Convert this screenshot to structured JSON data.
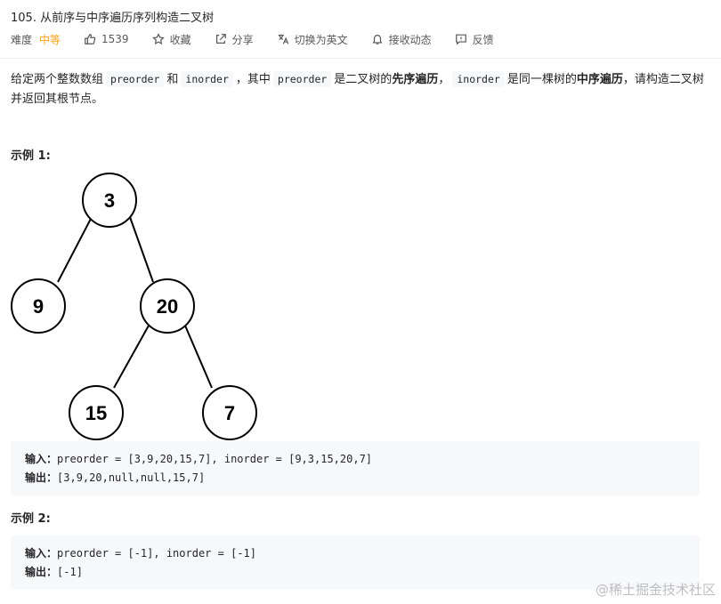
{
  "problem": {
    "title": "105. 从前序与中序遍历序列构造二叉树",
    "difficulty_label": "难度",
    "difficulty": "中等",
    "likes": "1539",
    "favorite": "收藏",
    "share": "分享",
    "switch_lang": "切换为英文",
    "notify": "接收动态",
    "feedback": "反馈"
  },
  "description": {
    "p1": "给定两个整数数组",
    "code_preorder": "preorder",
    "p2": "和",
    "code_inorder": "inorder",
    "p3": "，其中",
    "p4": "是二叉树的",
    "bold1": "先序遍历",
    "p5": "，",
    "p6": "是同一棵树的",
    "bold2": "中序遍历",
    "p7": "，请构造二叉树并返回其根节点。"
  },
  "example1": {
    "title": "示例 1:",
    "tree_nodes": [
      "3",
      "9",
      "20",
      "15",
      "7"
    ],
    "input_label": "输入：",
    "input": "preorder = [3,9,20,15,7], inorder = [9,3,15,20,7]",
    "output_label": "输出：",
    "output": "[3,9,20,null,null,15,7]"
  },
  "example2": {
    "title": "示例 2:",
    "input_label": "输入：",
    "input": "preorder = [-1], inorder = [-1]",
    "output_label": "输出：",
    "output": "[-1]"
  },
  "watermark": "@稀土掘金技术社区",
  "colors": {
    "difficulty": "#ffa116",
    "codebg": "#f7f8fa"
  }
}
